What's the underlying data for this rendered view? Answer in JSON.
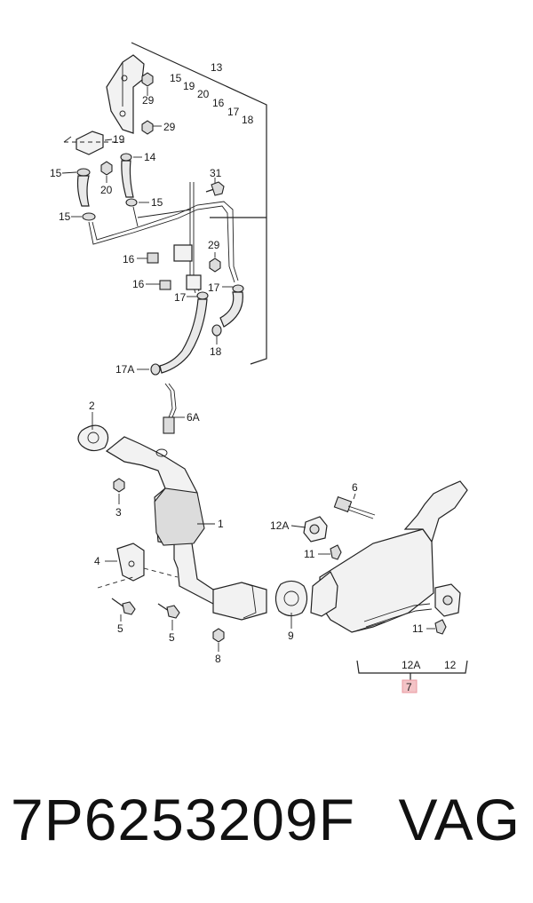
{
  "diagram": {
    "callouts": {
      "c13": "13",
      "c15a": "15",
      "c19a": "19",
      "c20a": "20",
      "c16a": "16",
      "c17a": "17",
      "c18a": "18",
      "c29a": "29",
      "c29b": "29",
      "c19b": "19",
      "c14": "14",
      "c15b": "15",
      "c20b": "20",
      "c15c": "15",
      "c31": "31",
      "c15d": "15",
      "c29c": "29",
      "c16b": "16",
      "c16c": "16",
      "c17b": "17",
      "c17c": "17",
      "c18b": "18",
      "c17A": "17A",
      "c2": "2",
      "c6A": "6A",
      "c3": "3",
      "c1": "1",
      "c4": "4",
      "c5a": "5",
      "c5b": "5",
      "c8": "8",
      "c9": "9",
      "c6": "6",
      "c12Aa": "12A",
      "c11a": "11",
      "c11b": "11",
      "c12Ab": "12A",
      "c12": "12",
      "c7": "7"
    },
    "highlight_color": "#e89aa0"
  },
  "footer": {
    "part_number": "7P6253209F",
    "brand": "VAG"
  }
}
